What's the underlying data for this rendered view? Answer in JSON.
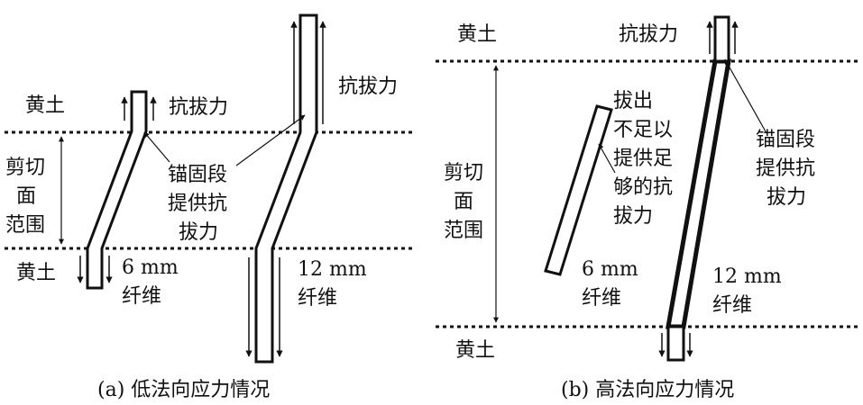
{
  "panel_a": {
    "caption": "(a) 低法向应力情况",
    "soil_top": "黄土",
    "soil_bottom": "黄土",
    "shear_zone": [
      "剪切",
      "面",
      "范围"
    ],
    "pullout_small": "抗拔力",
    "pullout_large": "抗拔力",
    "anchor": [
      "锚固段",
      "提供抗",
      "拔力"
    ],
    "fiber_6": [
      "6 mm",
      "纤维"
    ],
    "fiber_12": [
      "12 mm",
      "纤维"
    ]
  },
  "panel_b": {
    "caption": "(b) 高法向应力情况",
    "soil_top": "黄土",
    "soil_bottom": "黄土",
    "shear_zone": [
      "剪切",
      "面",
      "范围"
    ],
    "pullout": "抗拔力",
    "pulled_out": [
      "拔出",
      "不足以",
      "提供足",
      "够的抗",
      "拔力"
    ],
    "anchor": [
      "锚固段",
      "提供抗",
      "拔力"
    ],
    "fiber_6": [
      "6 mm",
      "纤维"
    ],
    "fiber_12": [
      "12 mm",
      "纤维"
    ]
  },
  "colors": {
    "line": "#111111",
    "fiber_fill": "#ffffff"
  }
}
